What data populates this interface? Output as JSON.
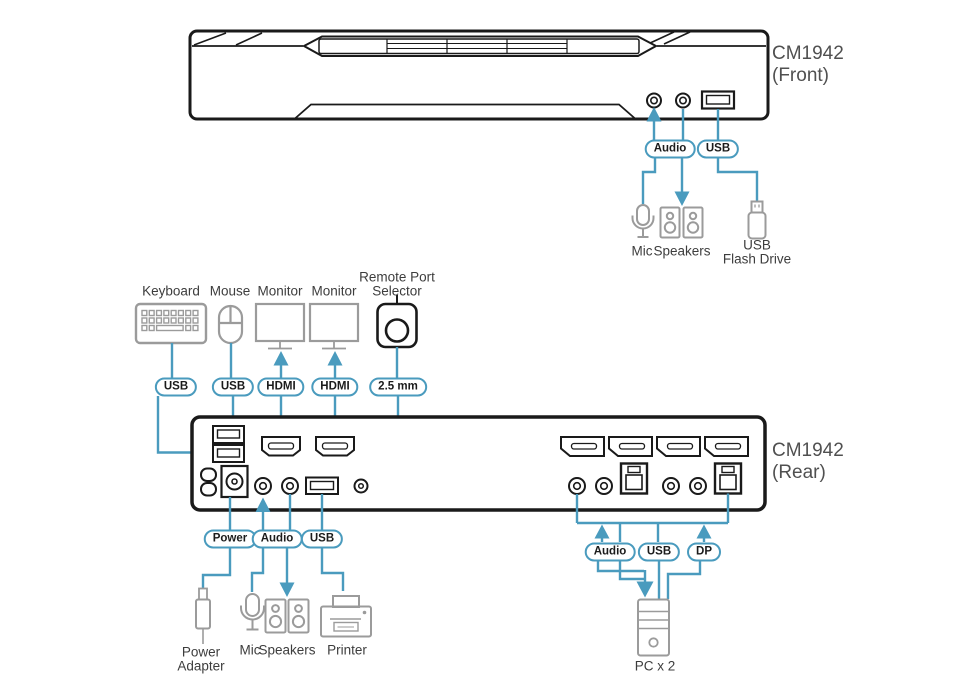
{
  "colors": {
    "line_blue": "#4A9BBE",
    "icon_gray": "#9B9B9B",
    "outline_black": "#1A1A1A"
  },
  "front": {
    "title_model": "CM1942",
    "title_view": "(Front)",
    "pill_audio": "Audio",
    "pill_usb": "USB",
    "label_mic": "Mic",
    "label_speakers": "Speakers",
    "label_flash_1": "USB",
    "label_flash_2": "Flash Drive"
  },
  "rear": {
    "title_model": "CM1942",
    "title_view": "(Rear)",
    "label_keyboard": "Keyboard",
    "label_mouse": "Mouse",
    "label_monitor_1": "Monitor",
    "label_monitor_2": "Monitor",
    "label_remote_1": "Remote Port",
    "label_remote_2": "Selector",
    "pill_keyboard_usb": "USB",
    "pill_mouse_usb": "USB",
    "pill_hdmi_1": "HDMI",
    "pill_hdmi_2": "HDMI",
    "pill_jack": "2.5 mm",
    "pill_power": "Power",
    "pill_audio": "Audio",
    "pill_usb": "USB",
    "label_power_1": "Power",
    "label_power_2": "Adapter",
    "label_mic": "Mic",
    "label_speakers": "Speakers",
    "label_printer": "Printer",
    "pill_pc_audio": "Audio",
    "pill_pc_usb": "USB",
    "pill_pc_dp": "DP",
    "label_pc": "PC x 2"
  }
}
